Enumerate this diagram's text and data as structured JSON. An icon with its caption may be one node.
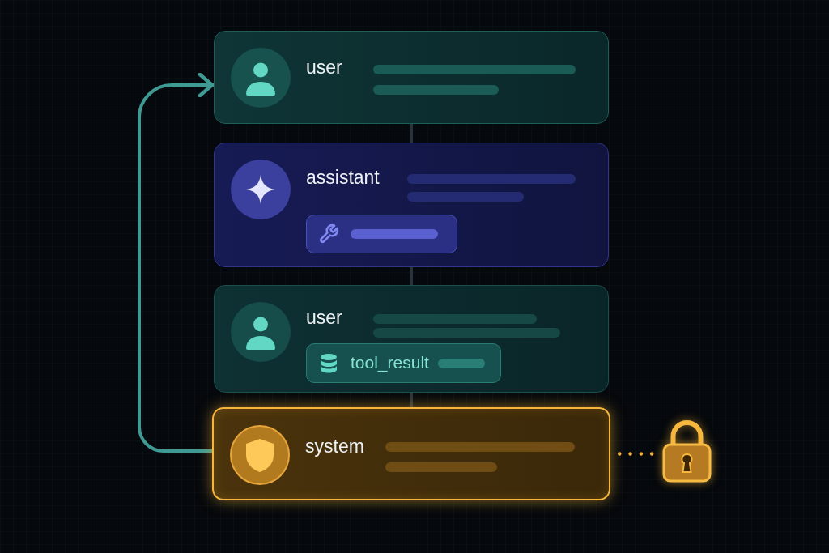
{
  "diagram": {
    "nodes": [
      {
        "text": [
          "user"
        ]
      },
      {
        "text": [
          "assistant"
        ]
      },
      {
        "text": [],
        "shape": "box",
        "in": 1
      },
      {
        "text": [
          "user"
        ]
      },
      {
        "text": [
          "tool_result"
        ],
        "in": 3
      },
      {
        "text": [
          "system"
        ]
      },
      {
        "text": [],
        "shape": "picture"
      }
    ],
    "edges": [
      {
        "from": 5,
        "to": 0,
        "arrow": "to",
        "color": "#3f9a93"
      },
      {
        "from": 0,
        "to": 1,
        "arrow": "none"
      },
      {
        "from": 1,
        "to": 3,
        "arrow": "none"
      },
      {
        "from": 3,
        "to": 5,
        "arrow": "none"
      },
      {
        "from": 5,
        "to": 6,
        "arrow": "none",
        "style": "dashed",
        "color": "#f2b33d"
      }
    ]
  }
}
